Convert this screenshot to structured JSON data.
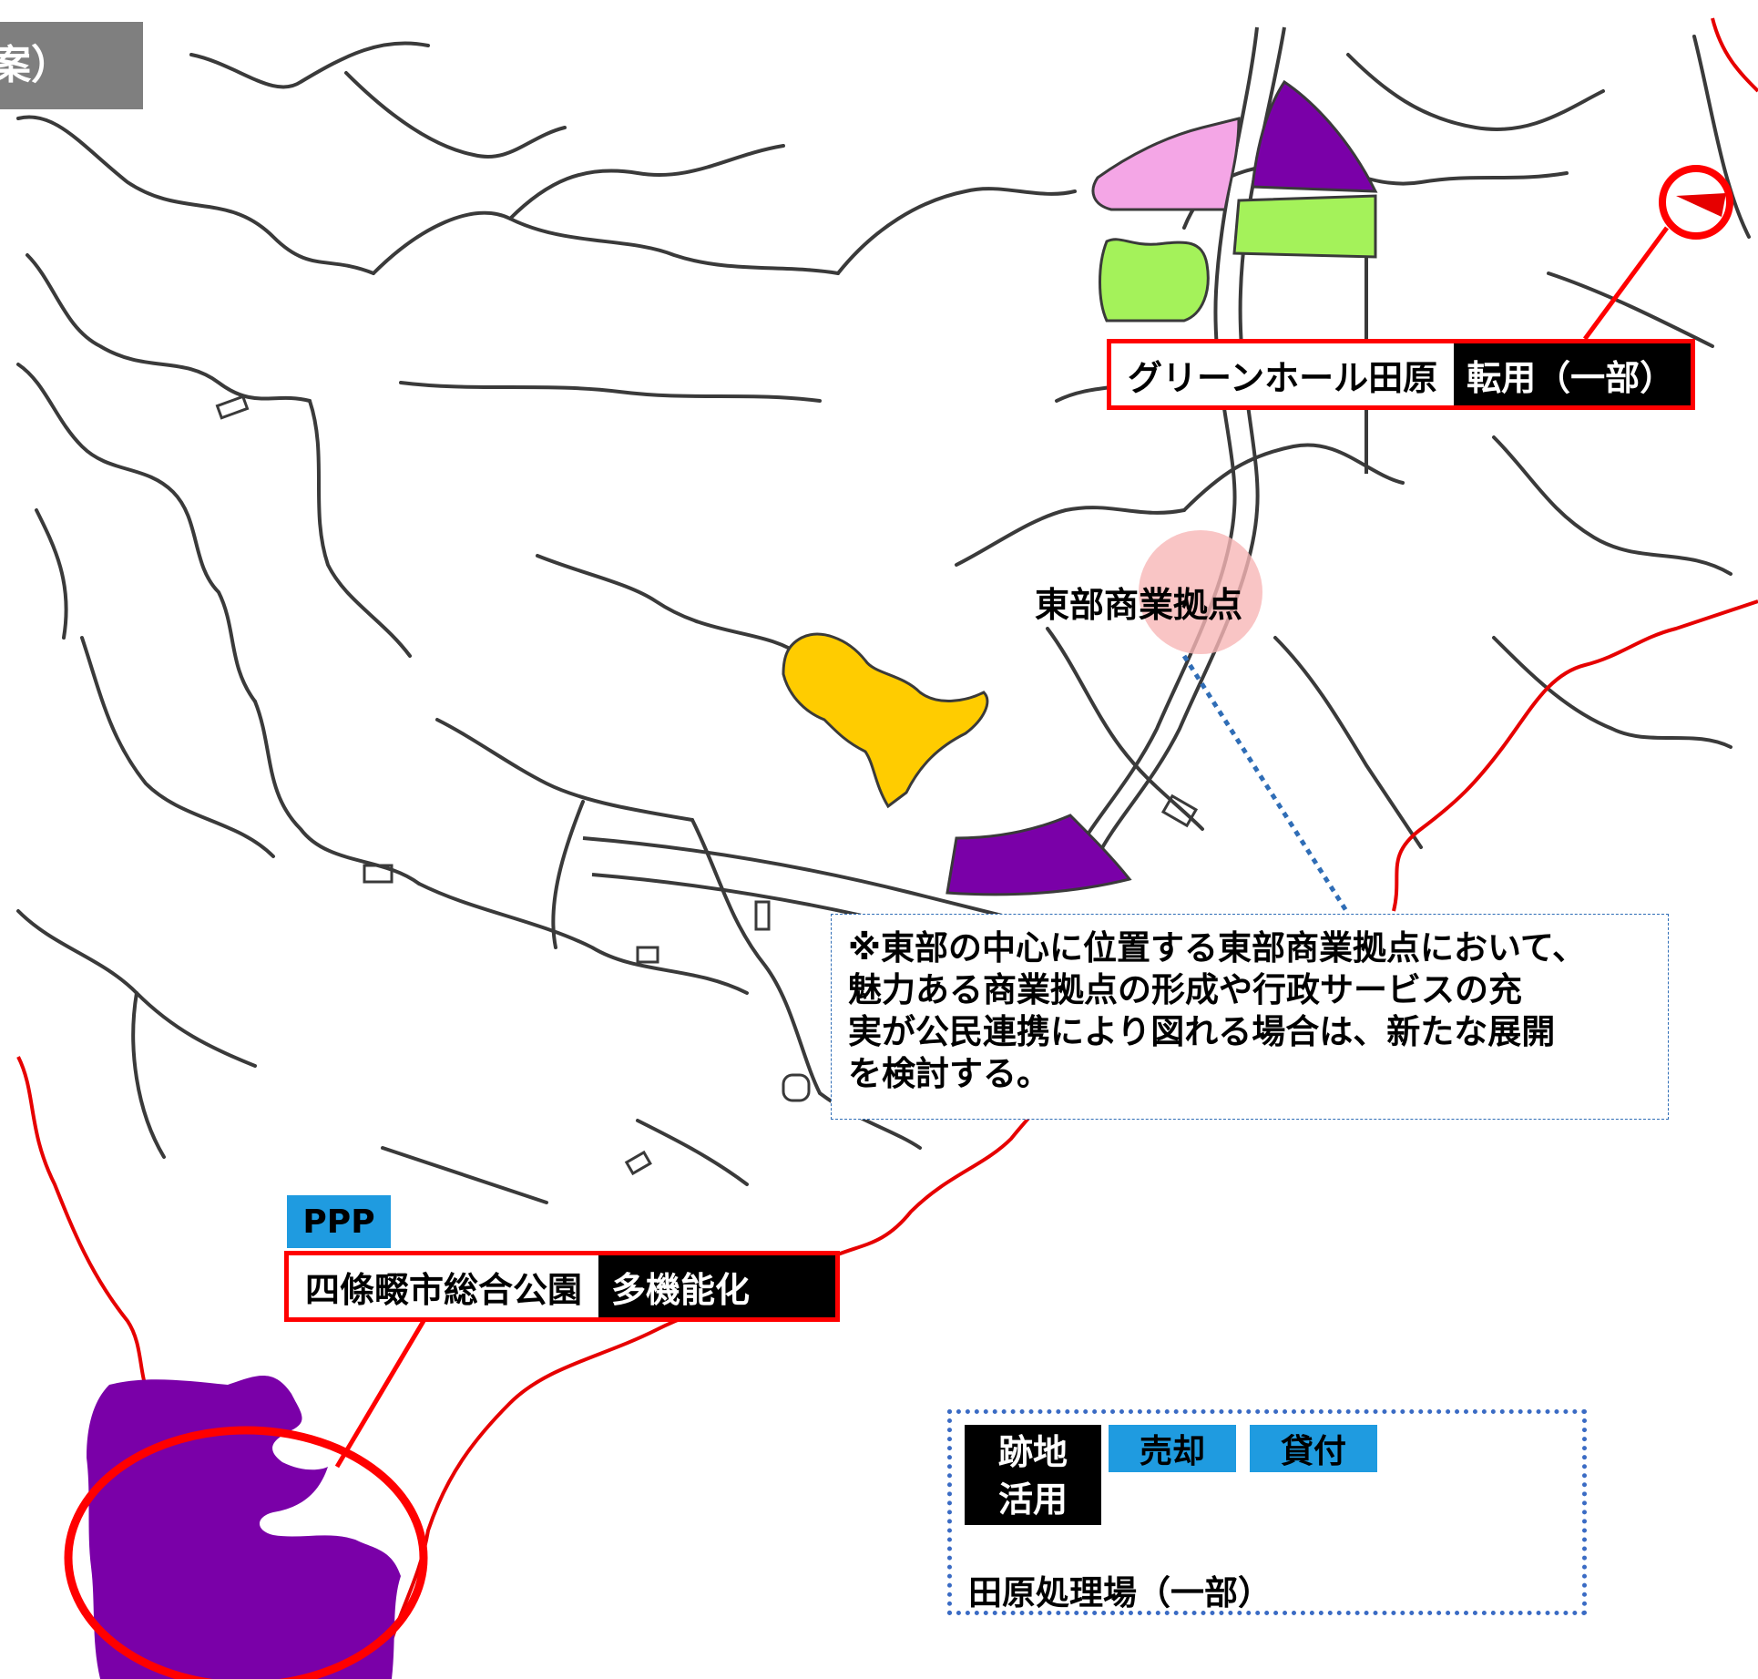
{
  "title_fragment": "案）",
  "colors": {
    "road": "#3a3a3a",
    "boundary": "#e60000",
    "purple_zone": "#7a00a8",
    "pink_zone": "#f4a6e6",
    "green_zone": "#a4f25a",
    "yellow_zone": "#ffcc00",
    "callout_red": "#ff0000",
    "tag_blue": "#1f9be0",
    "hub_circle": "#f7b6b6"
  },
  "facilities": {
    "green_hall": {
      "name": "グリーンホール田原",
      "action": "転用（一部）"
    },
    "shijonawate_park": {
      "name": "四條畷市総合公園",
      "action": "多機能化",
      "tag": "PPP"
    }
  },
  "commercial_hub": {
    "label": "東部商業拠点"
  },
  "note": {
    "lines": [
      "※東部の中心に位置する東部商業拠点において、",
      "魅力ある商業拠点の形成や行政サービスの充",
      "実が公民連携により図れる場合は、新たな展開",
      "を検討する。"
    ]
  },
  "legend": {
    "label": "跡地活用",
    "label_lines": [
      "跡地",
      "活用"
    ],
    "options": [
      "売却",
      "貸付"
    ],
    "site": "田原処理場（一部）"
  }
}
